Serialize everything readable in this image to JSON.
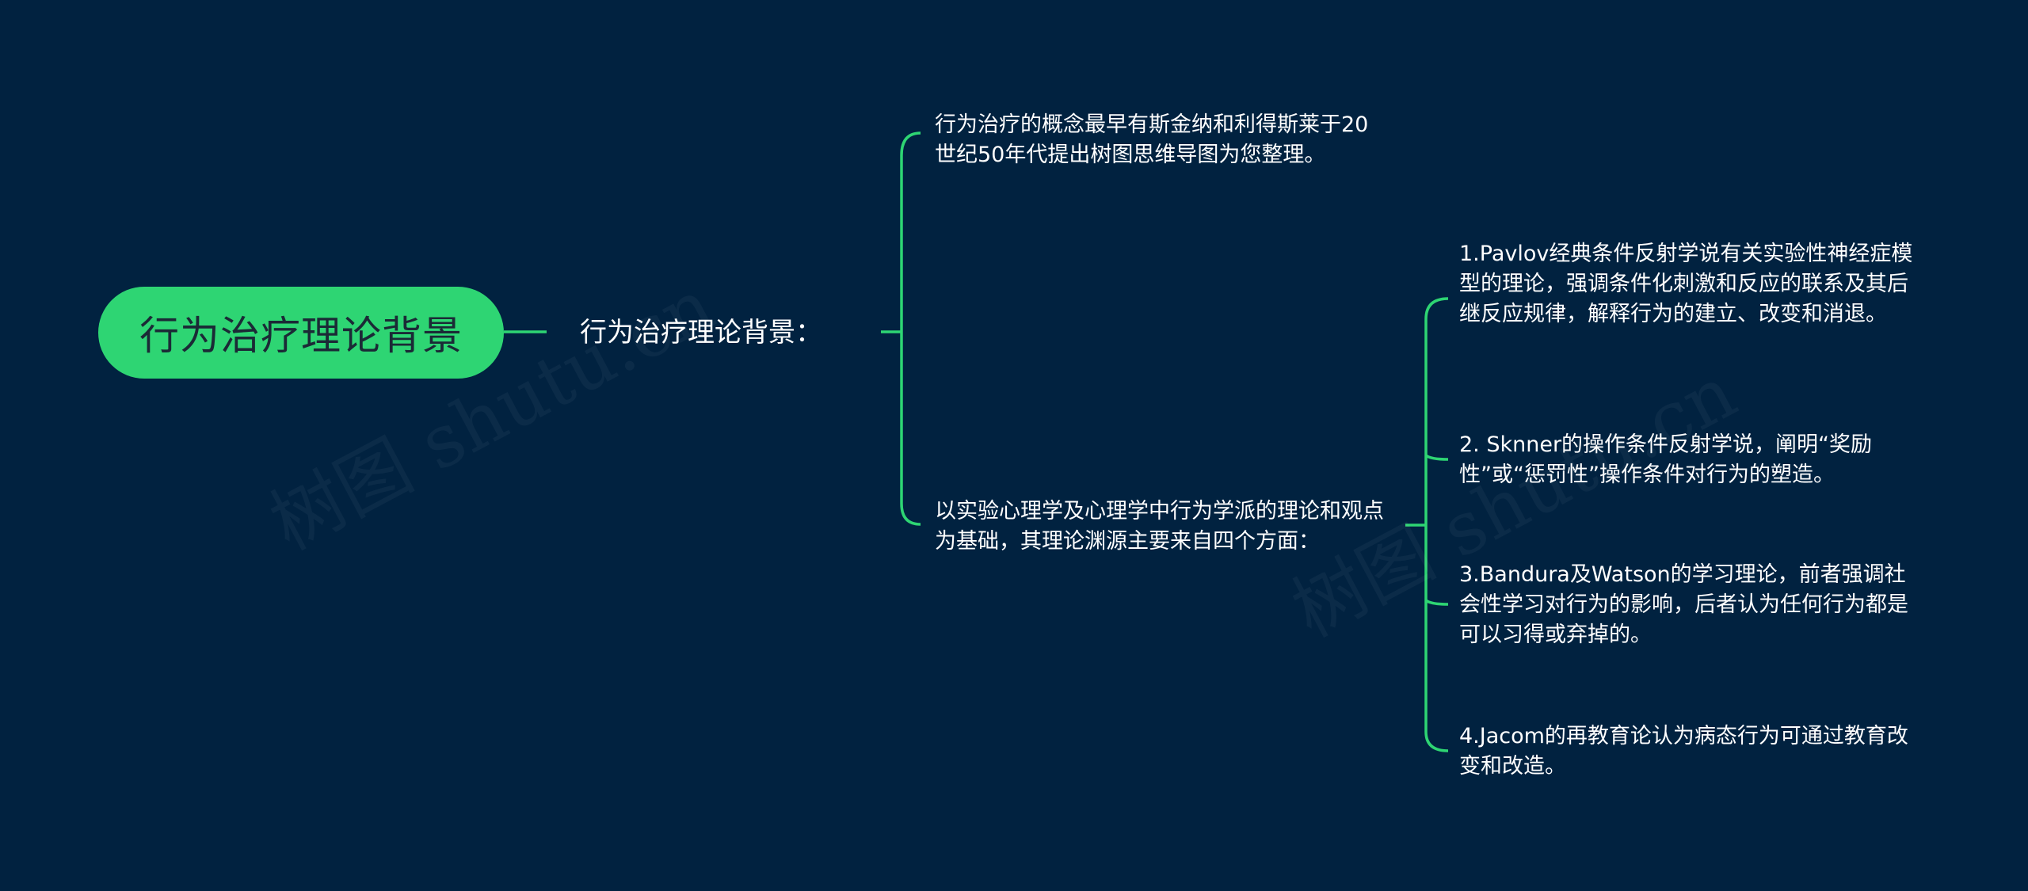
{
  "watermark": "树图 shutu.cn",
  "root": {
    "label": "行为治疗理论背景"
  },
  "branch": {
    "label": "行为治疗理论背景："
  },
  "children": [
    {
      "text": "行为治疗的概念最早有斯金纳和利得斯莱于20世纪50年代提出树图思维导图为您整理。"
    },
    {
      "text": "以实验心理学及心理学中行为学派的理论和观点为基础，其理论渊源主要来自四个方面："
    }
  ],
  "sources": [
    {
      "text": "1.Pavlov经典条件反射学说有关实验性神经症模型的理论，强调条件化刺激和反应的联系及其后继反应规律，解释行为的建立、改变和消退。"
    },
    {
      "text": "2. Sknner的操作条件反射学说，阐明“奖励性”或“惩罚性”操作条件对行为的塑造。"
    },
    {
      "text": "3.Bandura及Watson的学习理论，前者强调社会性学习对行为的影响，后者认为任何行为都是可以习得或弃掉的。"
    },
    {
      "text": "4.Jacom的再教育论认为病态行为可通过教育改变和改造。"
    }
  ],
  "colors": {
    "background": "#012240",
    "accent": "#2ed573",
    "text": "#ffffff",
    "root_text": "#1b2a36"
  }
}
